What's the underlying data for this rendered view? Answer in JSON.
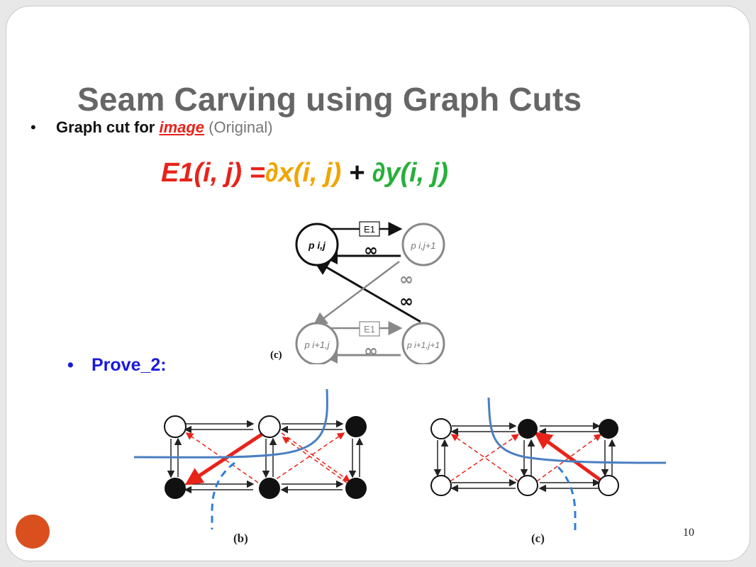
{
  "slide": {
    "title": "Seam Carving using Graph Cuts",
    "bullet1": {
      "prefix": "Graph cut for ",
      "emphasis": "image",
      "suffix": " (Original)"
    },
    "formula": {
      "lhs": "E1(i, j) =",
      "dx": "∂x(i, j)",
      "plus": " + ",
      "dy": "∂y(i, j)"
    },
    "bullet2": "Prove_2:",
    "page_number": "10"
  },
  "graph_c": {
    "nodes": [
      "p i,j",
      "p i,j+1",
      "p i+1,j",
      "p i+1,j+1"
    ],
    "edge_labels": [
      "E1",
      "E1",
      "∞",
      "∞",
      "∞",
      "∞"
    ],
    "caption": "(c)"
  },
  "grids": {
    "captions": [
      "(b)",
      "(c)"
    ]
  },
  "colors": {
    "title": "#666666",
    "red": "#e8231a",
    "orange": "#f0a500",
    "green": "#27b03a",
    "blue_text": "#1a1adb",
    "seam_blue": "#4a7fc1",
    "accent_circle": "#d9501e"
  }
}
